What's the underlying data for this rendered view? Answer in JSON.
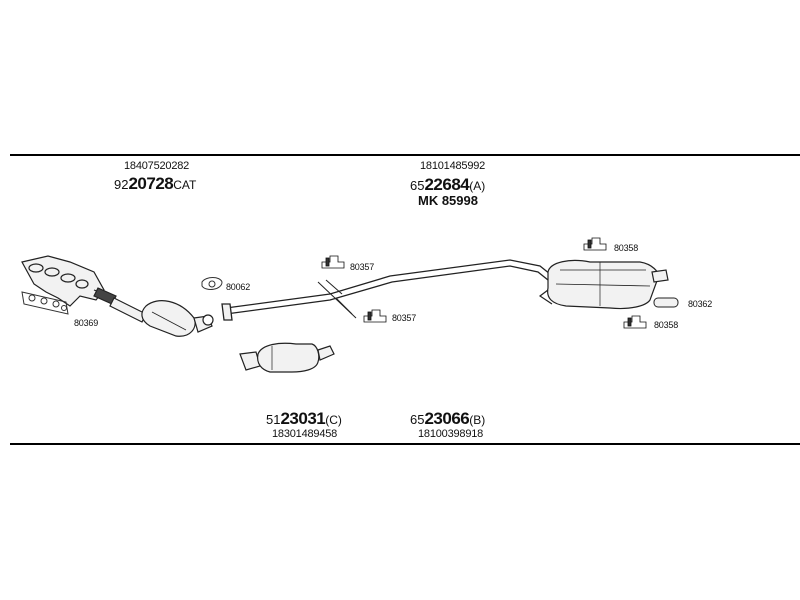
{
  "diagram": {
    "header_codes": {
      "left_oe": "18407520282",
      "middle_oe": "18101485992"
    },
    "parts": {
      "catalyst": {
        "prefix": "92",
        "number": "20728",
        "suffix": "CAT"
      },
      "rear_muffler": {
        "prefix": "65",
        "number": "22684",
        "suffix": "(A)"
      },
      "front_muffler": {
        "prefix": "51",
        "number": "23031",
        "suffix": "(C)",
        "oe": "18301489458"
      },
      "pipe": {
        "prefix": "65",
        "number": "23066",
        "suffix": "(B)",
        "oe": "18100398918"
      }
    },
    "mounting_kit": "MK 85998",
    "refs": {
      "gasket_manifold": "80369",
      "gasket_flange": "80062",
      "hanger_top": "80357",
      "hanger_bottom": "80357",
      "hanger_muffler_top": "80358",
      "hanger_muffler_bottom": "80358",
      "rubber_mount": "80362"
    }
  }
}
